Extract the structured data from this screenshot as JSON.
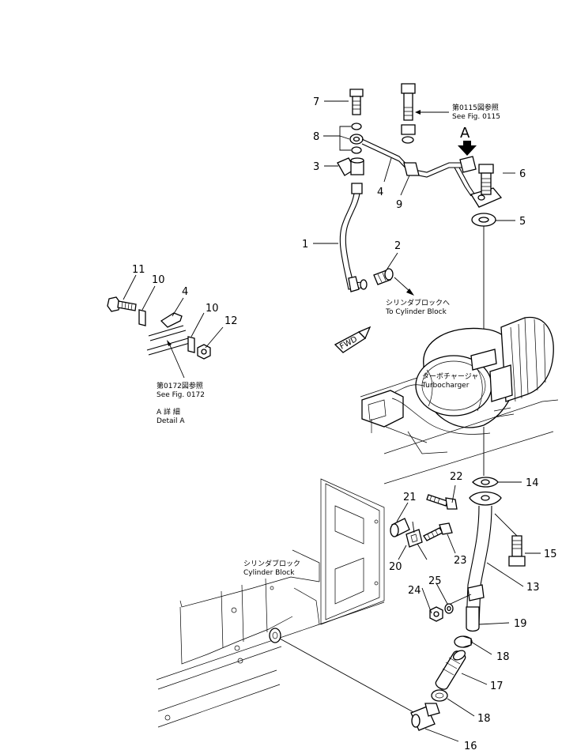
{
  "callouts": {
    "c1": "1",
    "c2": "2",
    "c3": "3",
    "c4": "4",
    "c5": "5",
    "c6": "6",
    "c7": "7",
    "c8": "8",
    "c9": "9",
    "c10a": "10",
    "c10b": "10",
    "c11": "11",
    "c12": "12",
    "c4b": "4",
    "c13": "13",
    "c14": "14",
    "c15": "15",
    "c16": "16",
    "c17": "17",
    "c18a": "18",
    "c18b": "18",
    "c19": "19",
    "c20": "20",
    "c21": "21",
    "c22": "22",
    "c23": "23",
    "c24": "24",
    "c25": "25"
  },
  "view_label": "A",
  "notes": {
    "fig0115_jp": "第0115図参照",
    "fig0115_en": "See Fig. 0115",
    "to_block_jp": "シリンダブロックへ",
    "to_block_en": "To Cylinder Block",
    "turbo_jp": "ターボチャージャ",
    "turbo_en": "Turbocharger",
    "fig0172_jp": "第0172図参照",
    "fig0172_en": "See Fig. 0172",
    "detail_jp": "A 詳 細",
    "detail_en": "Detail A",
    "block_jp": "シリンダブロック",
    "block_en": "Cylinder Block",
    "fwd": "FWD"
  }
}
